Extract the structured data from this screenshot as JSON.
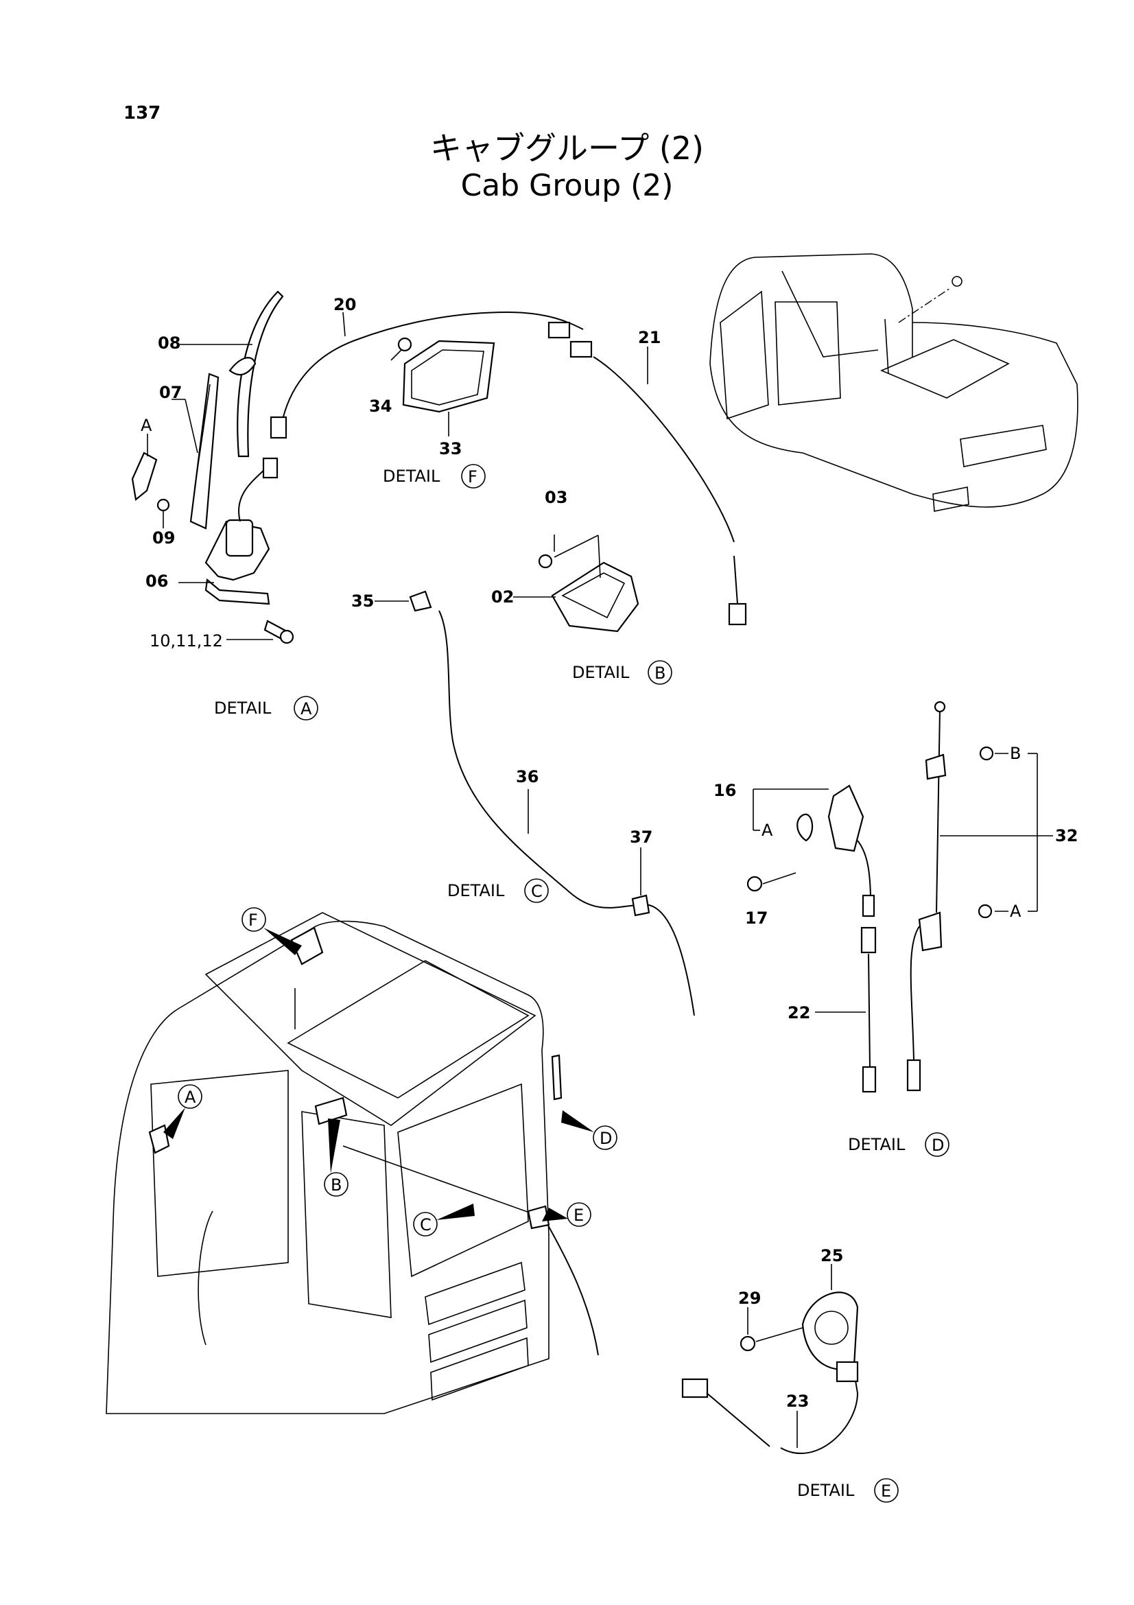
{
  "page": {
    "number": "137",
    "title_jp": "キャブグループ (2)",
    "title_en": "Cab Group (2)"
  },
  "details": {
    "a": {
      "label": "DETAIL",
      "letter": "A"
    },
    "b": {
      "label": "DETAIL",
      "letter": "B"
    },
    "c": {
      "label": "DETAIL",
      "letter": "C"
    },
    "d": {
      "label": "DETAIL",
      "letter": "D"
    },
    "e": {
      "label": "DETAIL",
      "letter": "E"
    },
    "f": {
      "label": "DETAIL",
      "letter": "F"
    }
  },
  "parts": {
    "p02": "02",
    "p03": "03",
    "p06": "06",
    "p07": "07",
    "p08": "08",
    "p09": "09",
    "p10_12": "10,11,12",
    "p16": "16",
    "p17": "17",
    "p20": "20",
    "p21": "21",
    "p22": "22",
    "p23": "23",
    "p25": "25",
    "p29": "29",
    "p32": "32",
    "p33": "33",
    "p34": "34",
    "p35": "35",
    "p36": "36",
    "p37": "37"
  },
  "callouts": {
    "a": "A",
    "b": "B",
    "c": "C",
    "d": "D",
    "e": "E",
    "f": "F",
    "sub_a": "A",
    "sub_b": "B"
  }
}
